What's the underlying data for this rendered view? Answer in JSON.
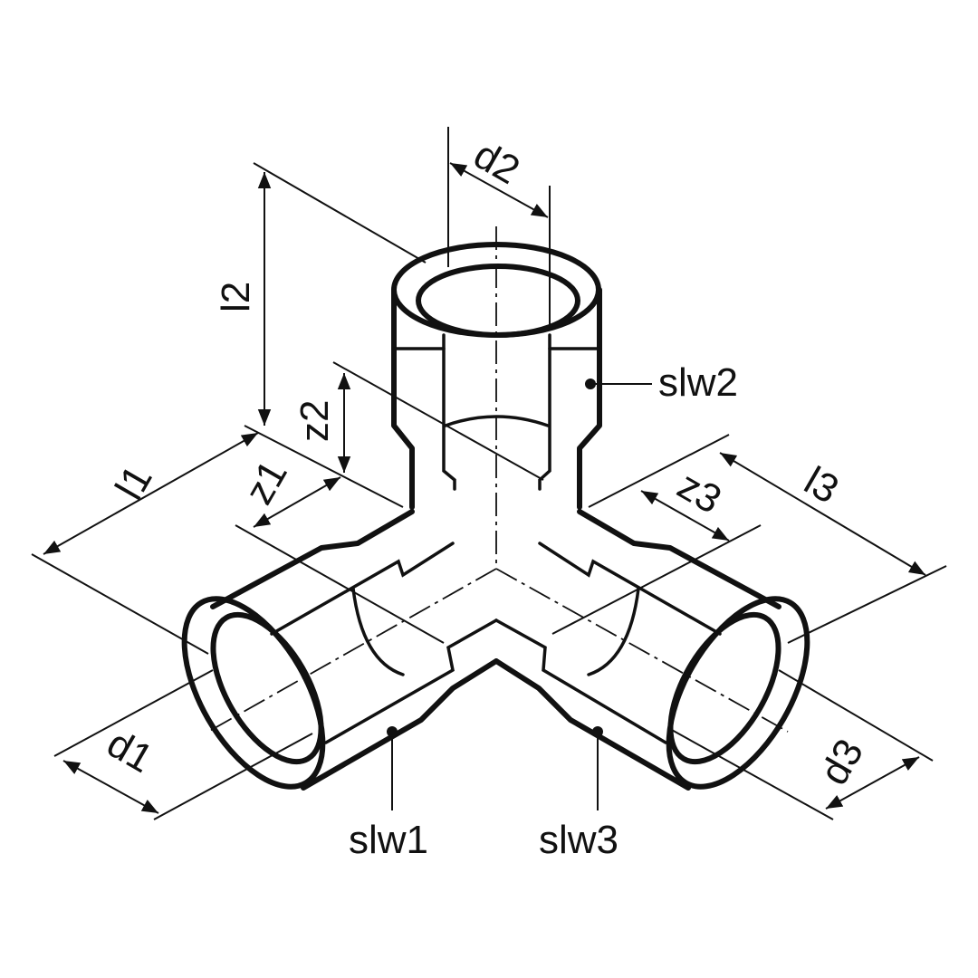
{
  "labels": {
    "d1": "d1",
    "d2": "d2",
    "d3": "d3",
    "l1": "l1",
    "l2": "l2",
    "l3": "l3",
    "z1": "z1",
    "z2": "z2",
    "z3": "z3",
    "slw1": "slw1",
    "slw2": "slw2",
    "slw3": "slw3"
  }
}
